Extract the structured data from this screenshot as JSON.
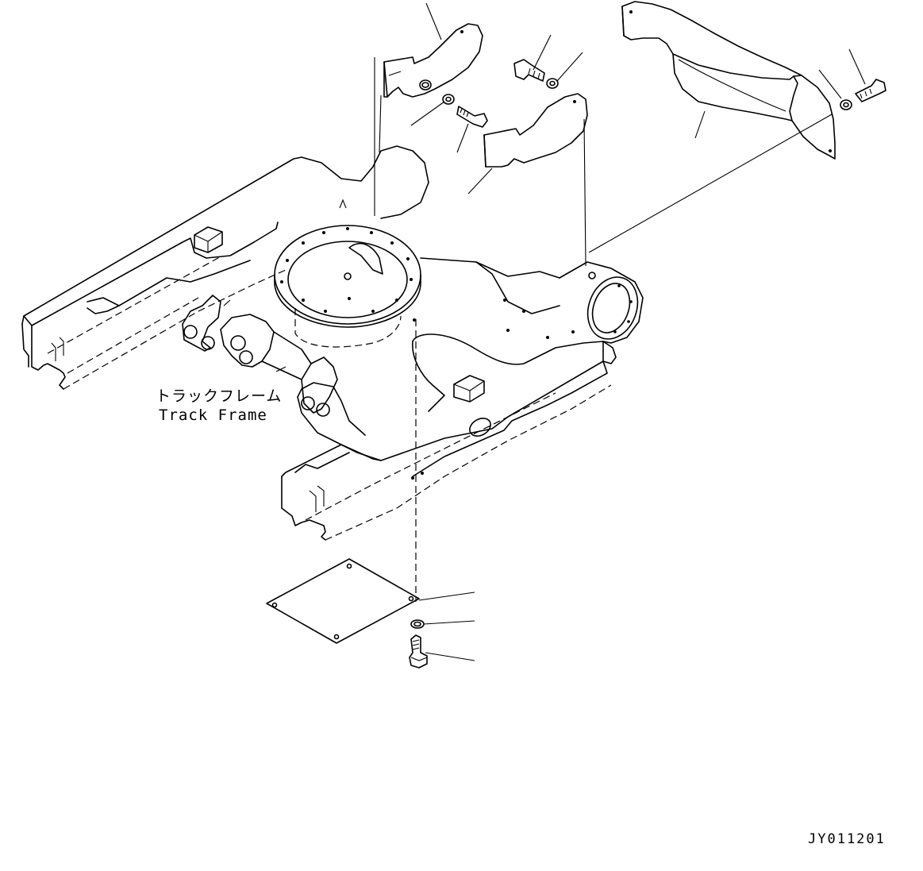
{
  "labels": {
    "track_frame_jp": "トラックフレーム",
    "track_frame_en": "Track Frame",
    "drawing_code": "JY011201"
  }
}
